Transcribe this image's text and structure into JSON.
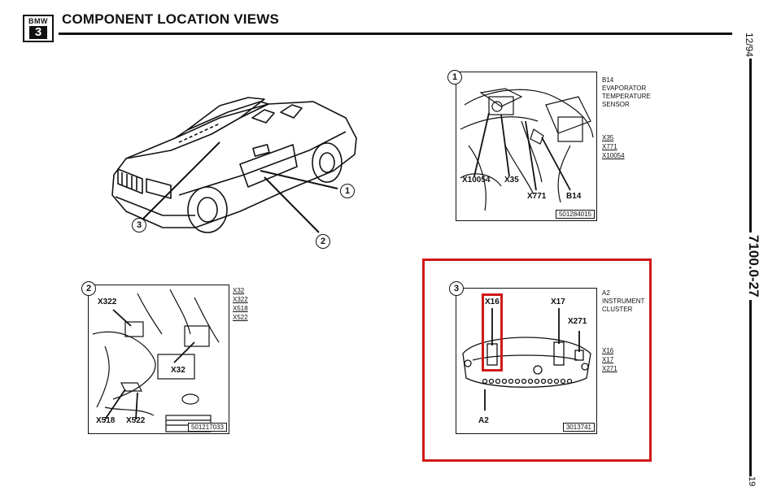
{
  "header": {
    "logo_top": "BMW",
    "logo_model": "3",
    "title": "COMPONENT LOCATION VIEWS"
  },
  "side": {
    "date": "12/94",
    "page_number": "7100.0-27",
    "page_number_cut": "19"
  },
  "car_view": {
    "callouts": [
      "1",
      "2",
      "3"
    ]
  },
  "view1": {
    "number": "1",
    "component_code": "B14",
    "component_desc": [
      "EVAPORATOR",
      "TEMPERATURE",
      "SENSOR"
    ],
    "connectors": [
      "X35",
      "X771",
      "X10054"
    ],
    "callouts": [
      "X10054",
      "X35",
      "X771",
      "B14"
    ],
    "photo_id": "501284015"
  },
  "view2": {
    "number": "2",
    "connectors": [
      "X32",
      "X322",
      "X518",
      "X522"
    ],
    "callouts": [
      "X322",
      "X32",
      "X518",
      "X522"
    ],
    "photo_id": "501217033"
  },
  "view3": {
    "number": "3",
    "component_code": "A2",
    "component_desc": [
      "INSTRUMENT",
      "CLUSTER"
    ],
    "connectors": [
      "X16",
      "X17",
      "X271"
    ],
    "callouts": [
      "X16",
      "X17",
      "X271",
      "A2"
    ],
    "photo_id": "3013741"
  },
  "colors": {
    "ink": "#111111",
    "highlight_red": "#d01818"
  }
}
